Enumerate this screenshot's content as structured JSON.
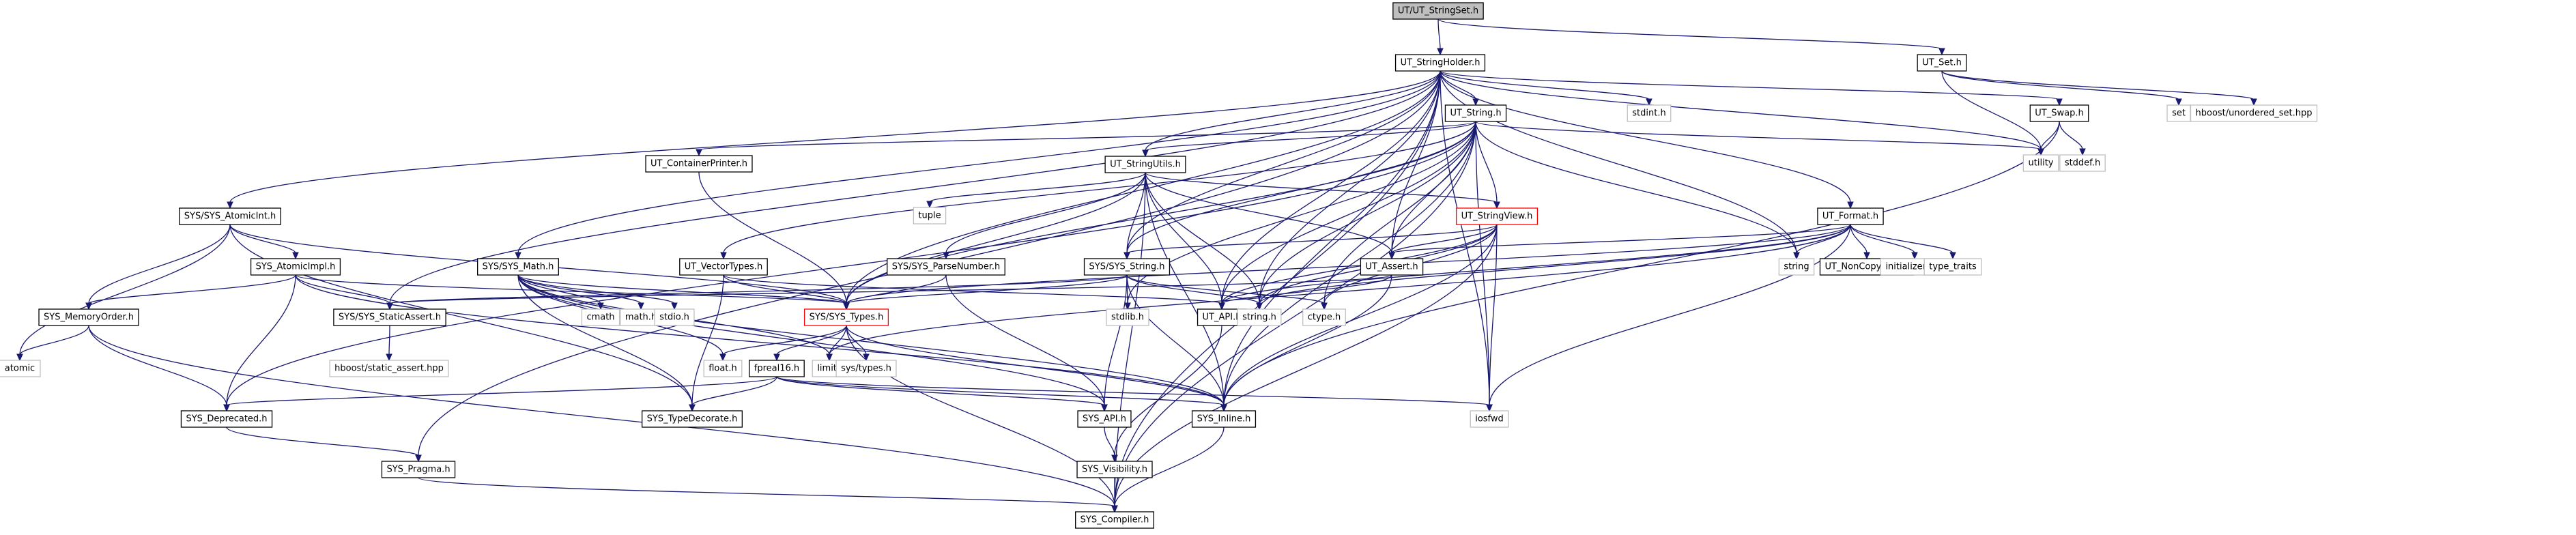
{
  "title": "UT/UT_StringSet.h include dependency graph",
  "legend": {
    "root_fill": "#bfbfbf",
    "documented_border": "#000000",
    "truncated_border": "#ff0000",
    "external_border": "#bfbfbf",
    "edge_color": "#191970"
  },
  "nodes": [
    {
      "id": "stringset",
      "label": "UT/UT_StringSet.h",
      "kind": "root"
    },
    {
      "id": "stringholder",
      "label": "UT_StringHolder.h",
      "kind": "doc"
    },
    {
      "id": "utset",
      "label": "UT_Set.h",
      "kind": "doc"
    },
    {
      "id": "utstring",
      "label": "UT_String.h",
      "kind": "doc"
    },
    {
      "id": "stdint",
      "label": "stdint.h",
      "kind": "ext"
    },
    {
      "id": "set",
      "label": "set",
      "kind": "ext"
    },
    {
      "id": "unordered_set",
      "label": "hboost/unordered_set.hpp",
      "kind": "ext"
    },
    {
      "id": "utswap",
      "label": "UT_Swap.h",
      "kind": "doc"
    },
    {
      "id": "utility",
      "label": "utility",
      "kind": "ext"
    },
    {
      "id": "stddef",
      "label": "stddef.h",
      "kind": "ext"
    },
    {
      "id": "containerprinter",
      "label": "UT_ContainerPrinter.h",
      "kind": "doc"
    },
    {
      "id": "stringutils",
      "label": "UT_StringUtils.h",
      "kind": "doc"
    },
    {
      "id": "tuple",
      "label": "tuple",
      "kind": "ext"
    },
    {
      "id": "stringview",
      "label": "UT_StringView.h",
      "kind": "trunc"
    },
    {
      "id": "format",
      "label": "UT_Format.h",
      "kind": "doc"
    },
    {
      "id": "atomicint",
      "label": "SYS/SYS_AtomicInt.h",
      "kind": "doc"
    },
    {
      "id": "atomicimpl",
      "label": "SYS_AtomicImpl.h",
      "kind": "doc"
    },
    {
      "id": "sysmath",
      "label": "SYS/SYS_Math.h",
      "kind": "doc"
    },
    {
      "id": "vectortypes",
      "label": "UT_VectorTypes.h",
      "kind": "doc"
    },
    {
      "id": "parsenumber",
      "label": "SYS/SYS_ParseNumber.h",
      "kind": "doc"
    },
    {
      "id": "sysstring",
      "label": "SYS/SYS_String.h",
      "kind": "doc"
    },
    {
      "id": "utassert",
      "label": "UT_Assert.h",
      "kind": "doc"
    },
    {
      "id": "string",
      "label": "string",
      "kind": "ext"
    },
    {
      "id": "noncopyable",
      "label": "UT_NonCopyable.h",
      "kind": "doc"
    },
    {
      "id": "initializer_list",
      "label": "initializer_list",
      "kind": "ext"
    },
    {
      "id": "type_traits",
      "label": "type_traits",
      "kind": "ext"
    },
    {
      "id": "memoryorder",
      "label": "SYS_MemoryOrder.h",
      "kind": "doc"
    },
    {
      "id": "staticassert",
      "label": "SYS/SYS_StaticAssert.h",
      "kind": "doc"
    },
    {
      "id": "cmath",
      "label": "cmath",
      "kind": "ext"
    },
    {
      "id": "math_h",
      "label": "math.h",
      "kind": "ext"
    },
    {
      "id": "stdio",
      "label": "stdio.h",
      "kind": "ext"
    },
    {
      "id": "systypes",
      "label": "SYS/SYS_Types.h",
      "kind": "trunc"
    },
    {
      "id": "stdlib",
      "label": "stdlib.h",
      "kind": "ext"
    },
    {
      "id": "utapi",
      "label": "UT_API.h",
      "kind": "doc"
    },
    {
      "id": "string_h",
      "label": "string.h",
      "kind": "ext"
    },
    {
      "id": "ctype",
      "label": "ctype.h",
      "kind": "ext"
    },
    {
      "id": "atomic",
      "label": "atomic",
      "kind": "ext"
    },
    {
      "id": "static_assert_hpp",
      "label": "hboost/static_assert.hpp",
      "kind": "ext"
    },
    {
      "id": "float_h",
      "label": "float.h",
      "kind": "ext"
    },
    {
      "id": "fpreal16",
      "label": "fpreal16.h",
      "kind": "doc"
    },
    {
      "id": "limits",
      "label": "limits",
      "kind": "ext"
    },
    {
      "id": "sys_types_h",
      "label": "sys/types.h",
      "kind": "ext"
    },
    {
      "id": "deprecated",
      "label": "SYS_Deprecated.h",
      "kind": "doc"
    },
    {
      "id": "typedecorate",
      "label": "SYS_TypeDecorate.h",
      "kind": "doc"
    },
    {
      "id": "sysapi",
      "label": "SYS_API.h",
      "kind": "doc"
    },
    {
      "id": "sysinline",
      "label": "SYS_Inline.h",
      "kind": "doc"
    },
    {
      "id": "iosfwd",
      "label": "iosfwd",
      "kind": "ext"
    },
    {
      "id": "pragma",
      "label": "SYS_Pragma.h",
      "kind": "doc"
    },
    {
      "id": "visibility",
      "label": "SYS_Visibility.h",
      "kind": "doc"
    },
    {
      "id": "compiler",
      "label": "SYS_Compiler.h",
      "kind": "doc"
    }
  ],
  "edges": [
    [
      "stringset",
      "stringholder"
    ],
    [
      "stringset",
      "utset"
    ],
    [
      "stringholder",
      "utstring"
    ],
    [
      "stringholder",
      "stdint"
    ],
    [
      "stringholder",
      "utswap"
    ],
    [
      "stringholder",
      "utility"
    ],
    [
      "stringholder",
      "atomicint"
    ],
    [
      "stringholder",
      "sysmath"
    ],
    [
      "stringholder",
      "staticassert"
    ],
    [
      "stringholder",
      "stringutils"
    ],
    [
      "stringholder",
      "utassert"
    ],
    [
      "stringholder",
      "string"
    ],
    [
      "stringholder",
      "systypes"
    ],
    [
      "stringholder",
      "utapi"
    ],
    [
      "stringholder",
      "sysinline"
    ],
    [
      "stringholder",
      "iosfwd"
    ],
    [
      "stringholder",
      "compiler"
    ],
    [
      "stringholder",
      "pragma"
    ],
    [
      "stringholder",
      "format"
    ],
    [
      "stringholder",
      "string_h"
    ],
    [
      "stringholder",
      "sysstring"
    ],
    [
      "utset",
      "set"
    ],
    [
      "utset",
      "unordered_set"
    ],
    [
      "utset",
      "utility"
    ],
    [
      "utswap",
      "utility"
    ],
    [
      "utswap",
      "stddef"
    ],
    [
      "utswap",
      "sysinline"
    ],
    [
      "utstring",
      "containerprinter"
    ],
    [
      "utstring",
      "stringutils"
    ],
    [
      "utstring",
      "stringview"
    ],
    [
      "utstring",
      "utassert"
    ],
    [
      "utstring",
      "utapi"
    ],
    [
      "utstring",
      "sysstring"
    ],
    [
      "utstring",
      "string"
    ],
    [
      "utstring",
      "string_h"
    ],
    [
      "utstring",
      "ctype"
    ],
    [
      "utstring",
      "iosfwd"
    ],
    [
      "utstring",
      "compiler"
    ],
    [
      "utstring",
      "vectortypes"
    ],
    [
      "utstring",
      "deprecated"
    ],
    [
      "utstring",
      "utility"
    ],
    [
      "utstring",
      "systypes"
    ],
    [
      "utstring",
      "sysinline"
    ],
    [
      "utstring",
      "stdlib"
    ],
    [
      "containerprinter",
      "systypes"
    ],
    [
      "stringutils",
      "tuple"
    ],
    [
      "stringutils",
      "stringview"
    ],
    [
      "stringutils",
      "sysstring"
    ],
    [
      "stringutils",
      "parsenumber"
    ],
    [
      "stringutils",
      "systypes"
    ],
    [
      "stringutils",
      "utapi"
    ],
    [
      "stringutils",
      "string_h"
    ],
    [
      "stringutils",
      "sysinline"
    ],
    [
      "stringutils",
      "compiler"
    ],
    [
      "stringutils",
      "utassert"
    ],
    [
      "stringview",
      "utassert"
    ],
    [
      "stringview",
      "utapi"
    ],
    [
      "stringview",
      "string_h"
    ],
    [
      "stringview",
      "ctype"
    ],
    [
      "stringview",
      "sysinline"
    ],
    [
      "stringview",
      "iosfwd"
    ],
    [
      "stringview",
      "compiler"
    ],
    [
      "stringview",
      "sysstring"
    ],
    [
      "format",
      "string"
    ],
    [
      "format",
      "noncopyable"
    ],
    [
      "format",
      "initializer_list"
    ],
    [
      "format",
      "type_traits"
    ],
    [
      "format",
      "utassert"
    ],
    [
      "format",
      "utapi"
    ],
    [
      "format",
      "systypes"
    ],
    [
      "format",
      "iosfwd"
    ],
    [
      "format",
      "string_h"
    ],
    [
      "format",
      "limits"
    ],
    [
      "atomicint",
      "atomicimpl"
    ],
    [
      "atomicint",
      "memoryorder"
    ],
    [
      "atomicint",
      "atomic"
    ],
    [
      "atomicint",
      "systypes"
    ],
    [
      "atomicint",
      "typedecorate"
    ],
    [
      "atomicimpl",
      "memoryorder"
    ],
    [
      "atomicimpl",
      "staticassert"
    ],
    [
      "atomicimpl",
      "systypes"
    ],
    [
      "atomicimpl",
      "deprecated"
    ],
    [
      "atomicimpl",
      "sysinline"
    ],
    [
      "memoryorder",
      "atomic"
    ],
    [
      "memoryorder",
      "deprecated"
    ],
    [
      "memoryorder",
      "compiler"
    ],
    [
      "staticassert",
      "static_assert_hpp"
    ],
    [
      "sysmath",
      "cmath"
    ],
    [
      "sysmath",
      "math_h"
    ],
    [
      "sysmath",
      "stdio"
    ],
    [
      "sysmath",
      "systypes"
    ],
    [
      "sysmath",
      "float_h"
    ],
    [
      "sysmath",
      "limits"
    ],
    [
      "sysmath",
      "sysapi"
    ],
    [
      "sysmath",
      "sysinline"
    ],
    [
      "sysmath",
      "typedecorate"
    ],
    [
      "vectortypes",
      "systypes"
    ],
    [
      "vectortypes",
      "typedecorate"
    ],
    [
      "vectortypes",
      "utapi"
    ],
    [
      "parsenumber",
      "systypes"
    ],
    [
      "parsenumber",
      "sysapi"
    ],
    [
      "sysstring",
      "systypes"
    ],
    [
      "sysstring",
      "stdlib"
    ],
    [
      "sysstring",
      "sysapi"
    ],
    [
      "sysstring",
      "sysinline"
    ],
    [
      "sysstring",
      "string_h"
    ],
    [
      "sysstring",
      "ctype"
    ],
    [
      "sysstring",
      "staticassert"
    ],
    [
      "utassert",
      "utapi"
    ],
    [
      "utassert",
      "sysinline"
    ],
    [
      "utassert",
      "staticassert"
    ],
    [
      "utapi",
      "visibility"
    ],
    [
      "systypes",
      "float_h"
    ],
    [
      "systypes",
      "fpreal16"
    ],
    [
      "systypes",
      "limits"
    ],
    [
      "systypes",
      "sys_types_h"
    ],
    [
      "systypes",
      "sysinline"
    ],
    [
      "systypes",
      "compiler"
    ],
    [
      "fpreal16",
      "typedecorate"
    ],
    [
      "fpreal16",
      "sysapi"
    ],
    [
      "fpreal16",
      "sysinline"
    ],
    [
      "fpreal16",
      "deprecated"
    ],
    [
      "fpreal16",
      "iosfwd"
    ],
    [
      "deprecated",
      "pragma"
    ],
    [
      "sysapi",
      "visibility"
    ],
    [
      "sysinline",
      "compiler"
    ],
    [
      "visibility",
      "compiler"
    ],
    [
      "pragma",
      "compiler"
    ]
  ]
}
